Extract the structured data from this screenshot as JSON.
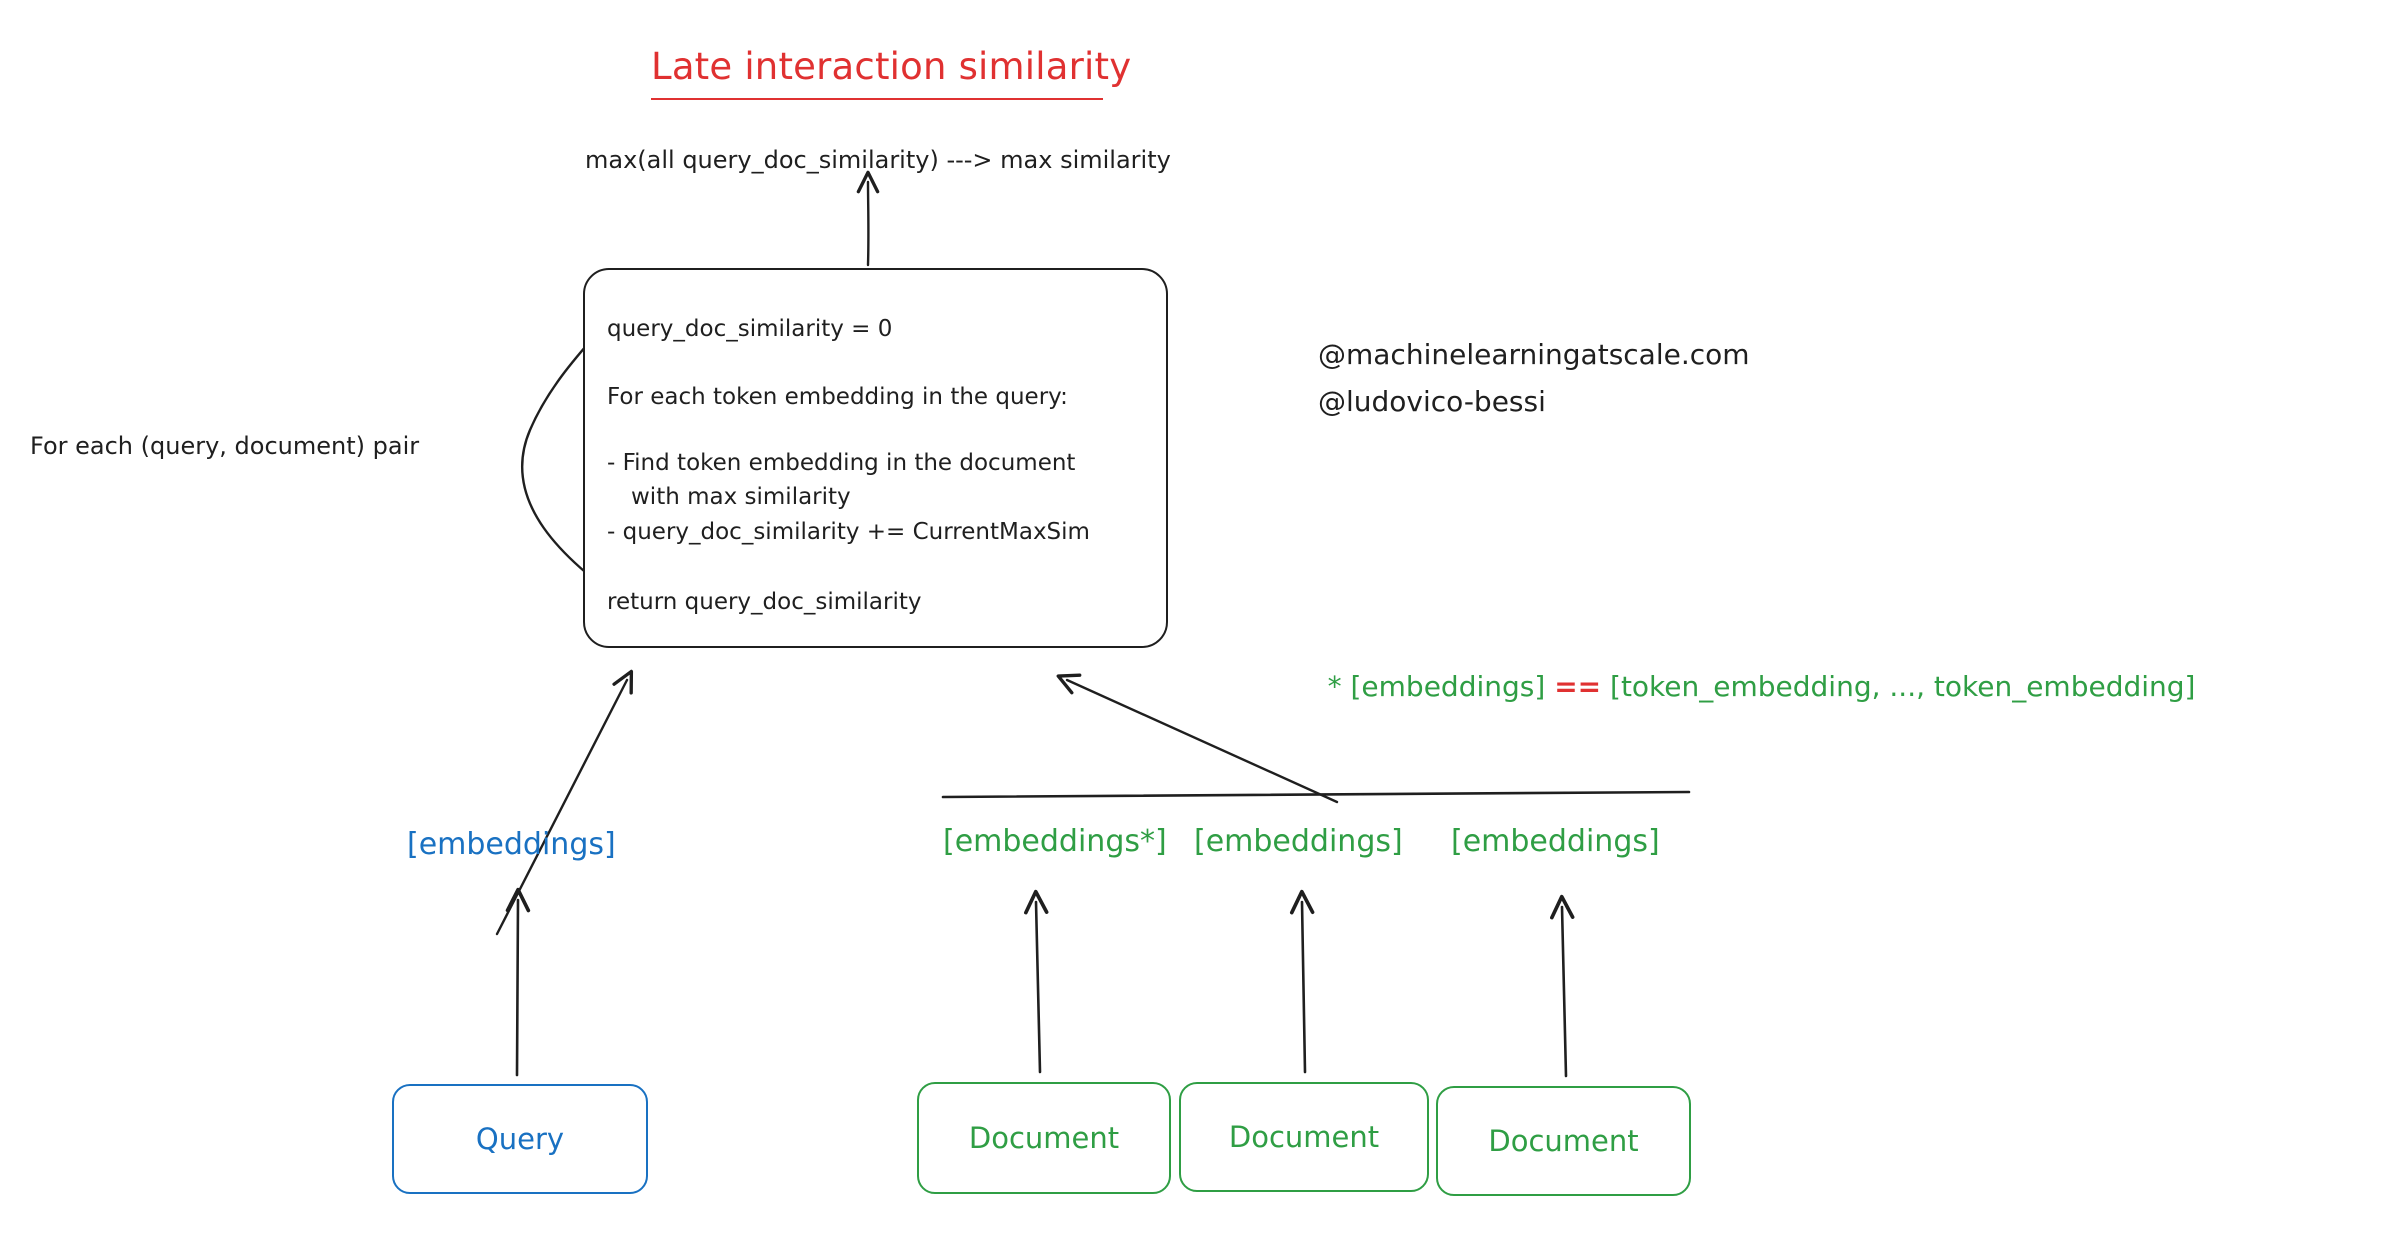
{
  "diagram": {
    "title": "Late interaction similarity",
    "title_color": "#e03131",
    "max_similarity_line": "max(all query_doc_similarity) ---> max similarity",
    "loop_label": "For each (query, document) pair",
    "code_box": {
      "lines": [
        "query_doc_similarity = 0",
        "For each token embedding in the query:",
        "- Find token embedding in the document",
        "with max similarity",
        "- query_doc_similarity += CurrentMaxSim",
        "return query_doc_similarity"
      ]
    },
    "attribution": {
      "site": "@machinelearningatscale.com",
      "handle": "@ludovico-bessi"
    },
    "footnote": {
      "prefix": "* [embeddings] ",
      "operator": "==",
      "suffix": " [token_embedding, ..., token_embedding]",
      "text_color": "#2f9e44",
      "operator_color": "#e03131"
    },
    "embedding_labels": {
      "query": "[embeddings]",
      "documents": [
        "[embeddings*]",
        "[embeddings]",
        "[embeddings]"
      ]
    },
    "source_boxes": {
      "query": "Query",
      "documents": [
        "Document",
        "Document",
        "Document"
      ]
    },
    "colors": {
      "query_blue": "#1971c2",
      "document_green": "#2f9e44",
      "accent_red": "#e03131",
      "ink": "#1f1f1f"
    }
  }
}
